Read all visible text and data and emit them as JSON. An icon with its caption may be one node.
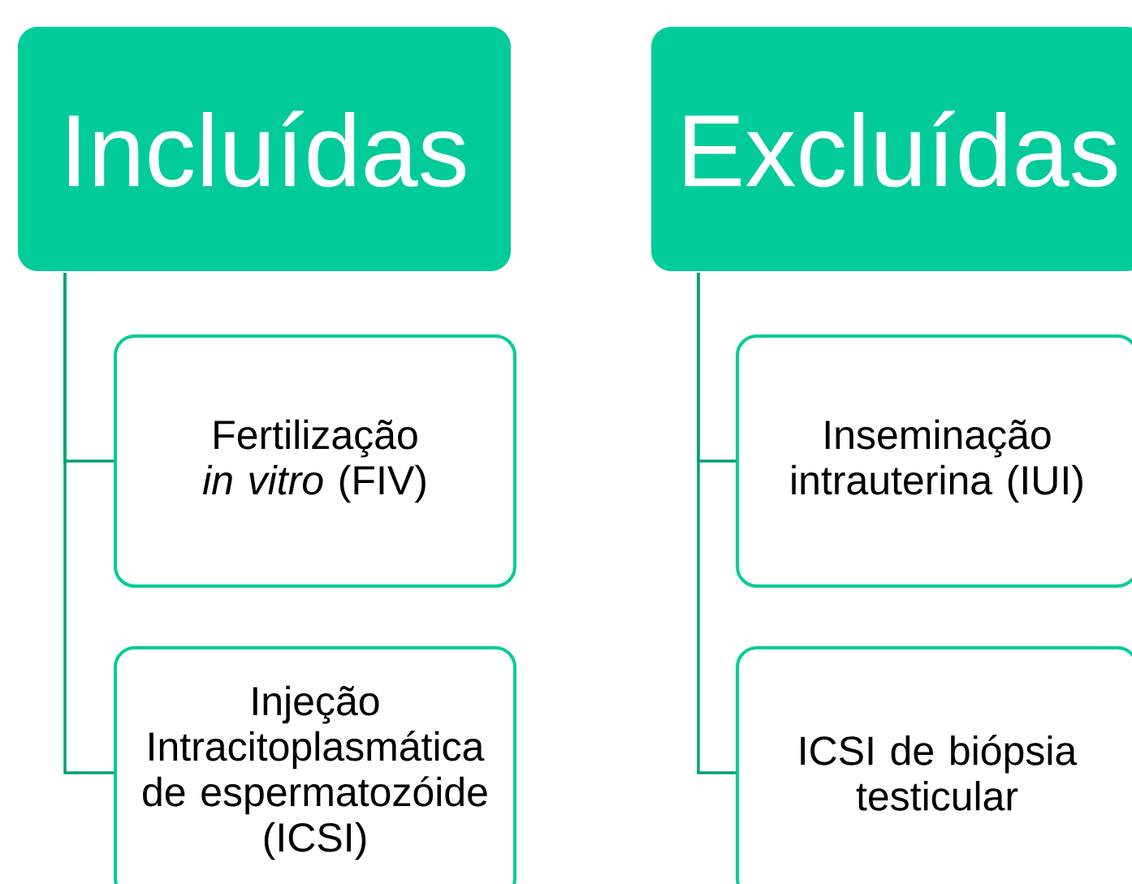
{
  "diagram": {
    "nodes": [
      {
        "text": [
          "Incluídas"
        ]
      },
      {
        "text": [
          "Fertilização *in vitro* (FIV)"
        ]
      },
      {
        "text": [
          "Injeção Intracitoplasmática de espermatozóide (ICSI)"
        ]
      },
      {
        "text": [
          "Excluídas"
        ]
      },
      {
        "text": [
          "Inseminação intrauterina (IUI)"
        ]
      },
      {
        "text": [
          "ICSI de biópsia testicular"
        ]
      }
    ],
    "edges": [
      {
        "from": 0,
        "to": 1,
        "arrow": "none"
      },
      {
        "from": 0,
        "to": 2,
        "arrow": "none"
      },
      {
        "from": 3,
        "to": 4,
        "arrow": "none"
      },
      {
        "from": 3,
        "to": 5,
        "arrow": "none"
      }
    ]
  }
}
